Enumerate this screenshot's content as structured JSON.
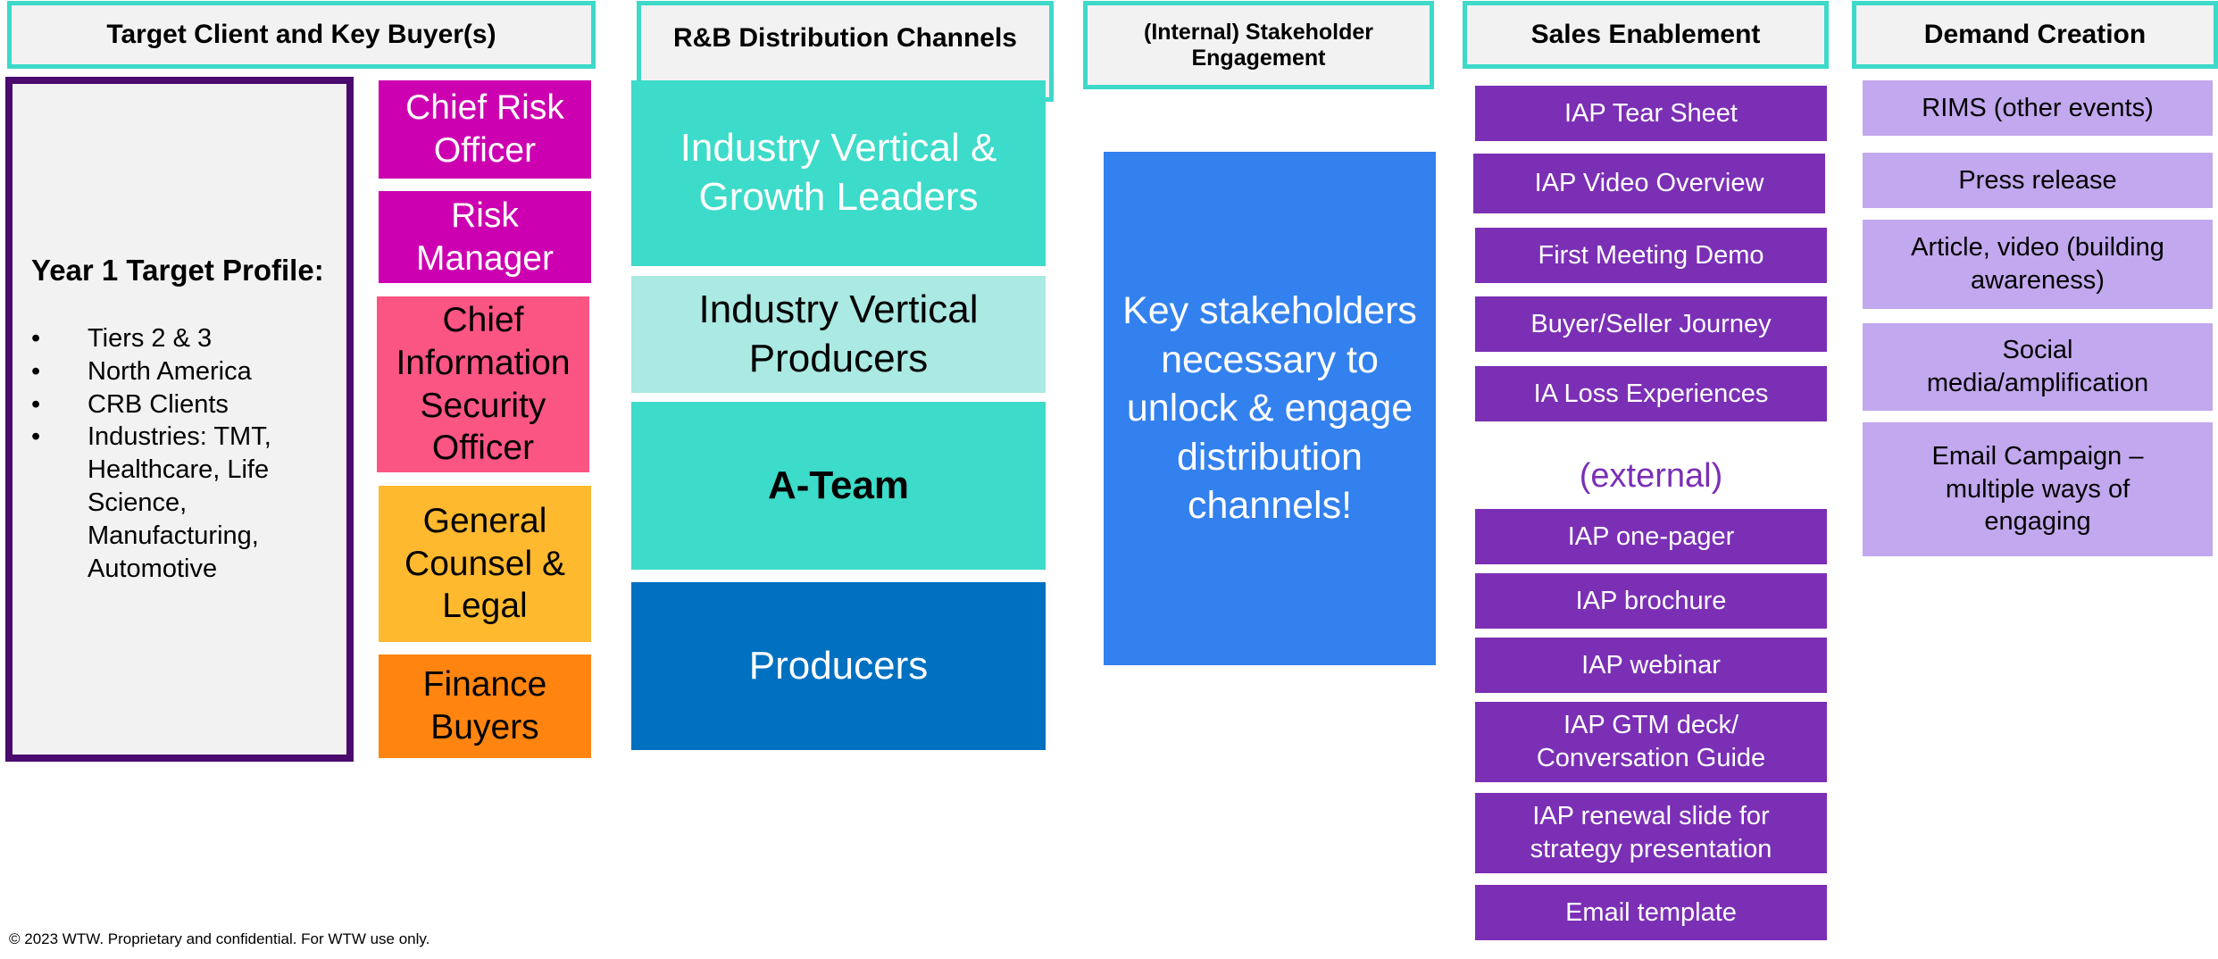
{
  "headers": {
    "target": "Target Client and Key Buyer(s)",
    "rb": "R&B Distribution Channels",
    "internal": "(Internal) Stakeholder Engagement",
    "sales": "Sales Enablement",
    "demand": "Demand Creation"
  },
  "profile": {
    "title": "Year 1 Target Profile:",
    "bullets": [
      "Tiers 2 & 3",
      "North America",
      "CRB Clients",
      "Industries: TMT, Healthcare, Life Science, Manufacturing, Automotive"
    ]
  },
  "buyers": [
    "Chief Risk Officer",
    "Risk Manager",
    "Chief Information Security Officer",
    "General Counsel & Legal",
    "Finance Buyers"
  ],
  "channels": [
    "Industry Vertical & Growth Leaders",
    "Industry Vertical Producers",
    "A-Team",
    "Producers"
  ],
  "stakeholder_text": "Key stakeholders necessary to unlock & engage distribution channels!",
  "sales_internal": [
    "IAP Tear Sheet",
    "IAP Video Overview",
    "First Meeting Demo",
    "Buyer/Seller Journey",
    "IA Loss Experiences"
  ],
  "external_label": "(external)",
  "sales_external": [
    "IAP one-pager",
    "IAP brochure",
    "IAP webinar",
    "IAP GTM deck/ Conversation Guide",
    "IAP renewal slide for strategy presentation",
    "Email template"
  ],
  "demand_items": [
    "RIMS (other events)",
    "Press release",
    "Article, video (building awareness)",
    "Social media/amplification",
    "Email Campaign – multiple ways of engaging"
  ],
  "footer": "© 2023 WTW. Proprietary and confidential. For WTW use only.",
  "colors": {
    "header_border": "#3dd9c9",
    "profile_border": "#4b0a6e",
    "buyer_magenta": "#cc00b0",
    "buyer_pink": "#fb5583",
    "buyer_yellow": "#ffb92e",
    "buyer_orange": "#ff8510",
    "channel_teal": "#3ddbc9",
    "channel_light_teal": "#abe9e3",
    "channel_blue": "#0070c0",
    "stakeholder_blue": "#3381ee",
    "sales_purple": "#7b2fb5",
    "demand_lavender": "#c2a8ee"
  }
}
